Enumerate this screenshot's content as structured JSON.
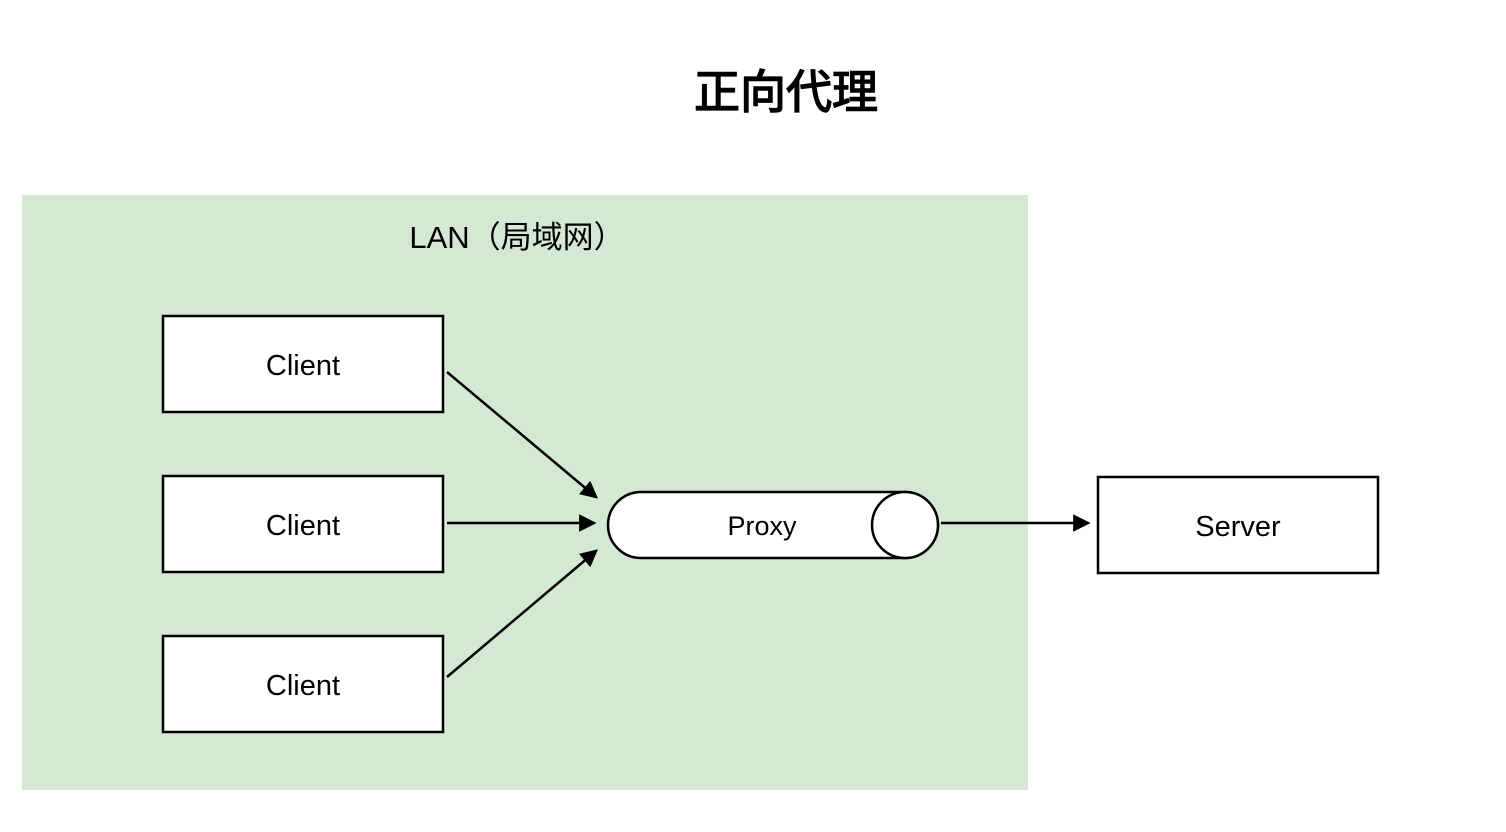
{
  "colors": {
    "lan_fill": "#d5e8d4",
    "node_fill": "#ffffff",
    "stroke": "#000000"
  },
  "title": "正向代理",
  "lan": {
    "label": "LAN（局域网）"
  },
  "nodes": {
    "client1": {
      "label": "Client"
    },
    "client2": {
      "label": "Client"
    },
    "client3": {
      "label": "Client"
    },
    "proxy": {
      "label": "Proxy"
    },
    "server": {
      "label": "Server"
    }
  }
}
